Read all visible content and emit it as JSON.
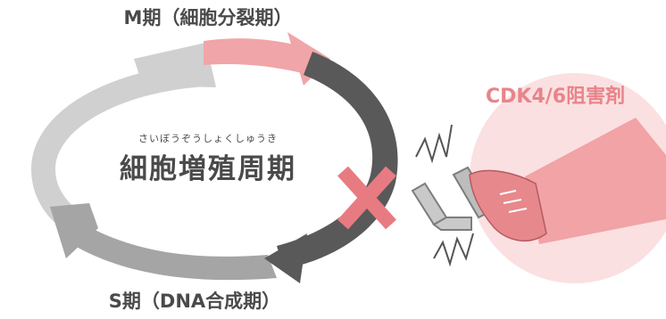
{
  "diagram": {
    "m_phase_label": "M期（細胞分裂期）",
    "s_phase_label": "S期（DNA合成期）",
    "cycle_reading": "さいぼうぞうしょくしゅうき",
    "cycle_title": "細胞増殖周期",
    "drug_label": "CDK4/6阻害剤"
  },
  "colors": {
    "arrow_light_gray": "#d0d0d0",
    "arrow_mid_gray": "#a5a5a5",
    "arrow_dark_gray": "#595959",
    "arrow_pink": "#f0a5a8",
    "cross_pink": "#e87b82",
    "label_pink": "#e8848a",
    "circle_pink": "#fbe0e1",
    "leg_pink": "#f1a3a6",
    "text_gray": "#4a4a4a"
  },
  "icons": [
    "cross-mark-icon",
    "brake-pedal-icon",
    "shoe-icon",
    "vibration-icon"
  ]
}
